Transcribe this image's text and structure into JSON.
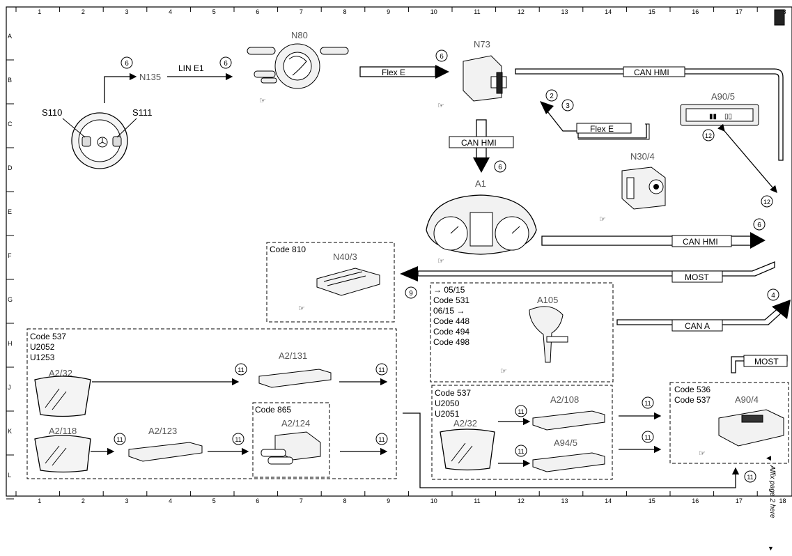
{
  "frame": {
    "cols": [
      "1",
      "2",
      "3",
      "4",
      "5",
      "6",
      "7",
      "8",
      "9",
      "10",
      "11",
      "12",
      "13",
      "14",
      "15",
      "16",
      "17",
      "18"
    ],
    "rows": [
      "A",
      "B",
      "C",
      "D",
      "E",
      "F",
      "G",
      "H",
      "J",
      "K",
      "L"
    ]
  },
  "components": {
    "s110": "S110",
    "s111": "S111",
    "n135": "N135",
    "n80": "N80",
    "n73": "N73",
    "n30_4": "N30/4",
    "a90_5": "A90/5",
    "a1": "A1",
    "n40_3": "N40/3",
    "a105": "A105",
    "a2_32_left": "A2/32",
    "a2_131": "A2/131",
    "a2_118": "A2/118",
    "a2_123": "A2/123",
    "a2_124": "A2/124",
    "a2_108": "A2/108",
    "a2_32_right": "A2/32",
    "a94_5": "A94/5",
    "a90_4": "A90/4"
  },
  "buses": {
    "lin_e1": "LIN E1",
    "flex_e_1": "Flex E",
    "flex_e_2": "Flex E",
    "can_hmi_top": "CAN HMI",
    "can_hmi_mid": "CAN HMI",
    "can_hmi_right": "CAN HMI",
    "most_1": "MOST",
    "most_2": "MOST",
    "can_a": "CAN A"
  },
  "codes": {
    "n40_box": "Code 810",
    "left_box": [
      "Code 537",
      "U2052",
      "U1253"
    ],
    "inner_box": "Code 865",
    "a105_box": [
      "→ 05/15",
      "Code 531",
      "06/15 →",
      "Code 448",
      "Code 494",
      "Code 498"
    ],
    "a2108_box": [
      "Code 537",
      "U2050",
      "U2051"
    ],
    "a90_4_box": [
      "Code 536",
      "Code 537"
    ]
  },
  "circles": [
    "6",
    "6",
    "6",
    "6",
    "2",
    "3",
    "12",
    "12",
    "6",
    "9",
    "4",
    "11",
    "11",
    "11",
    "11",
    "11",
    "11",
    "11",
    "11",
    "11",
    "11"
  ],
  "margin_note": "Affix page 2 here"
}
